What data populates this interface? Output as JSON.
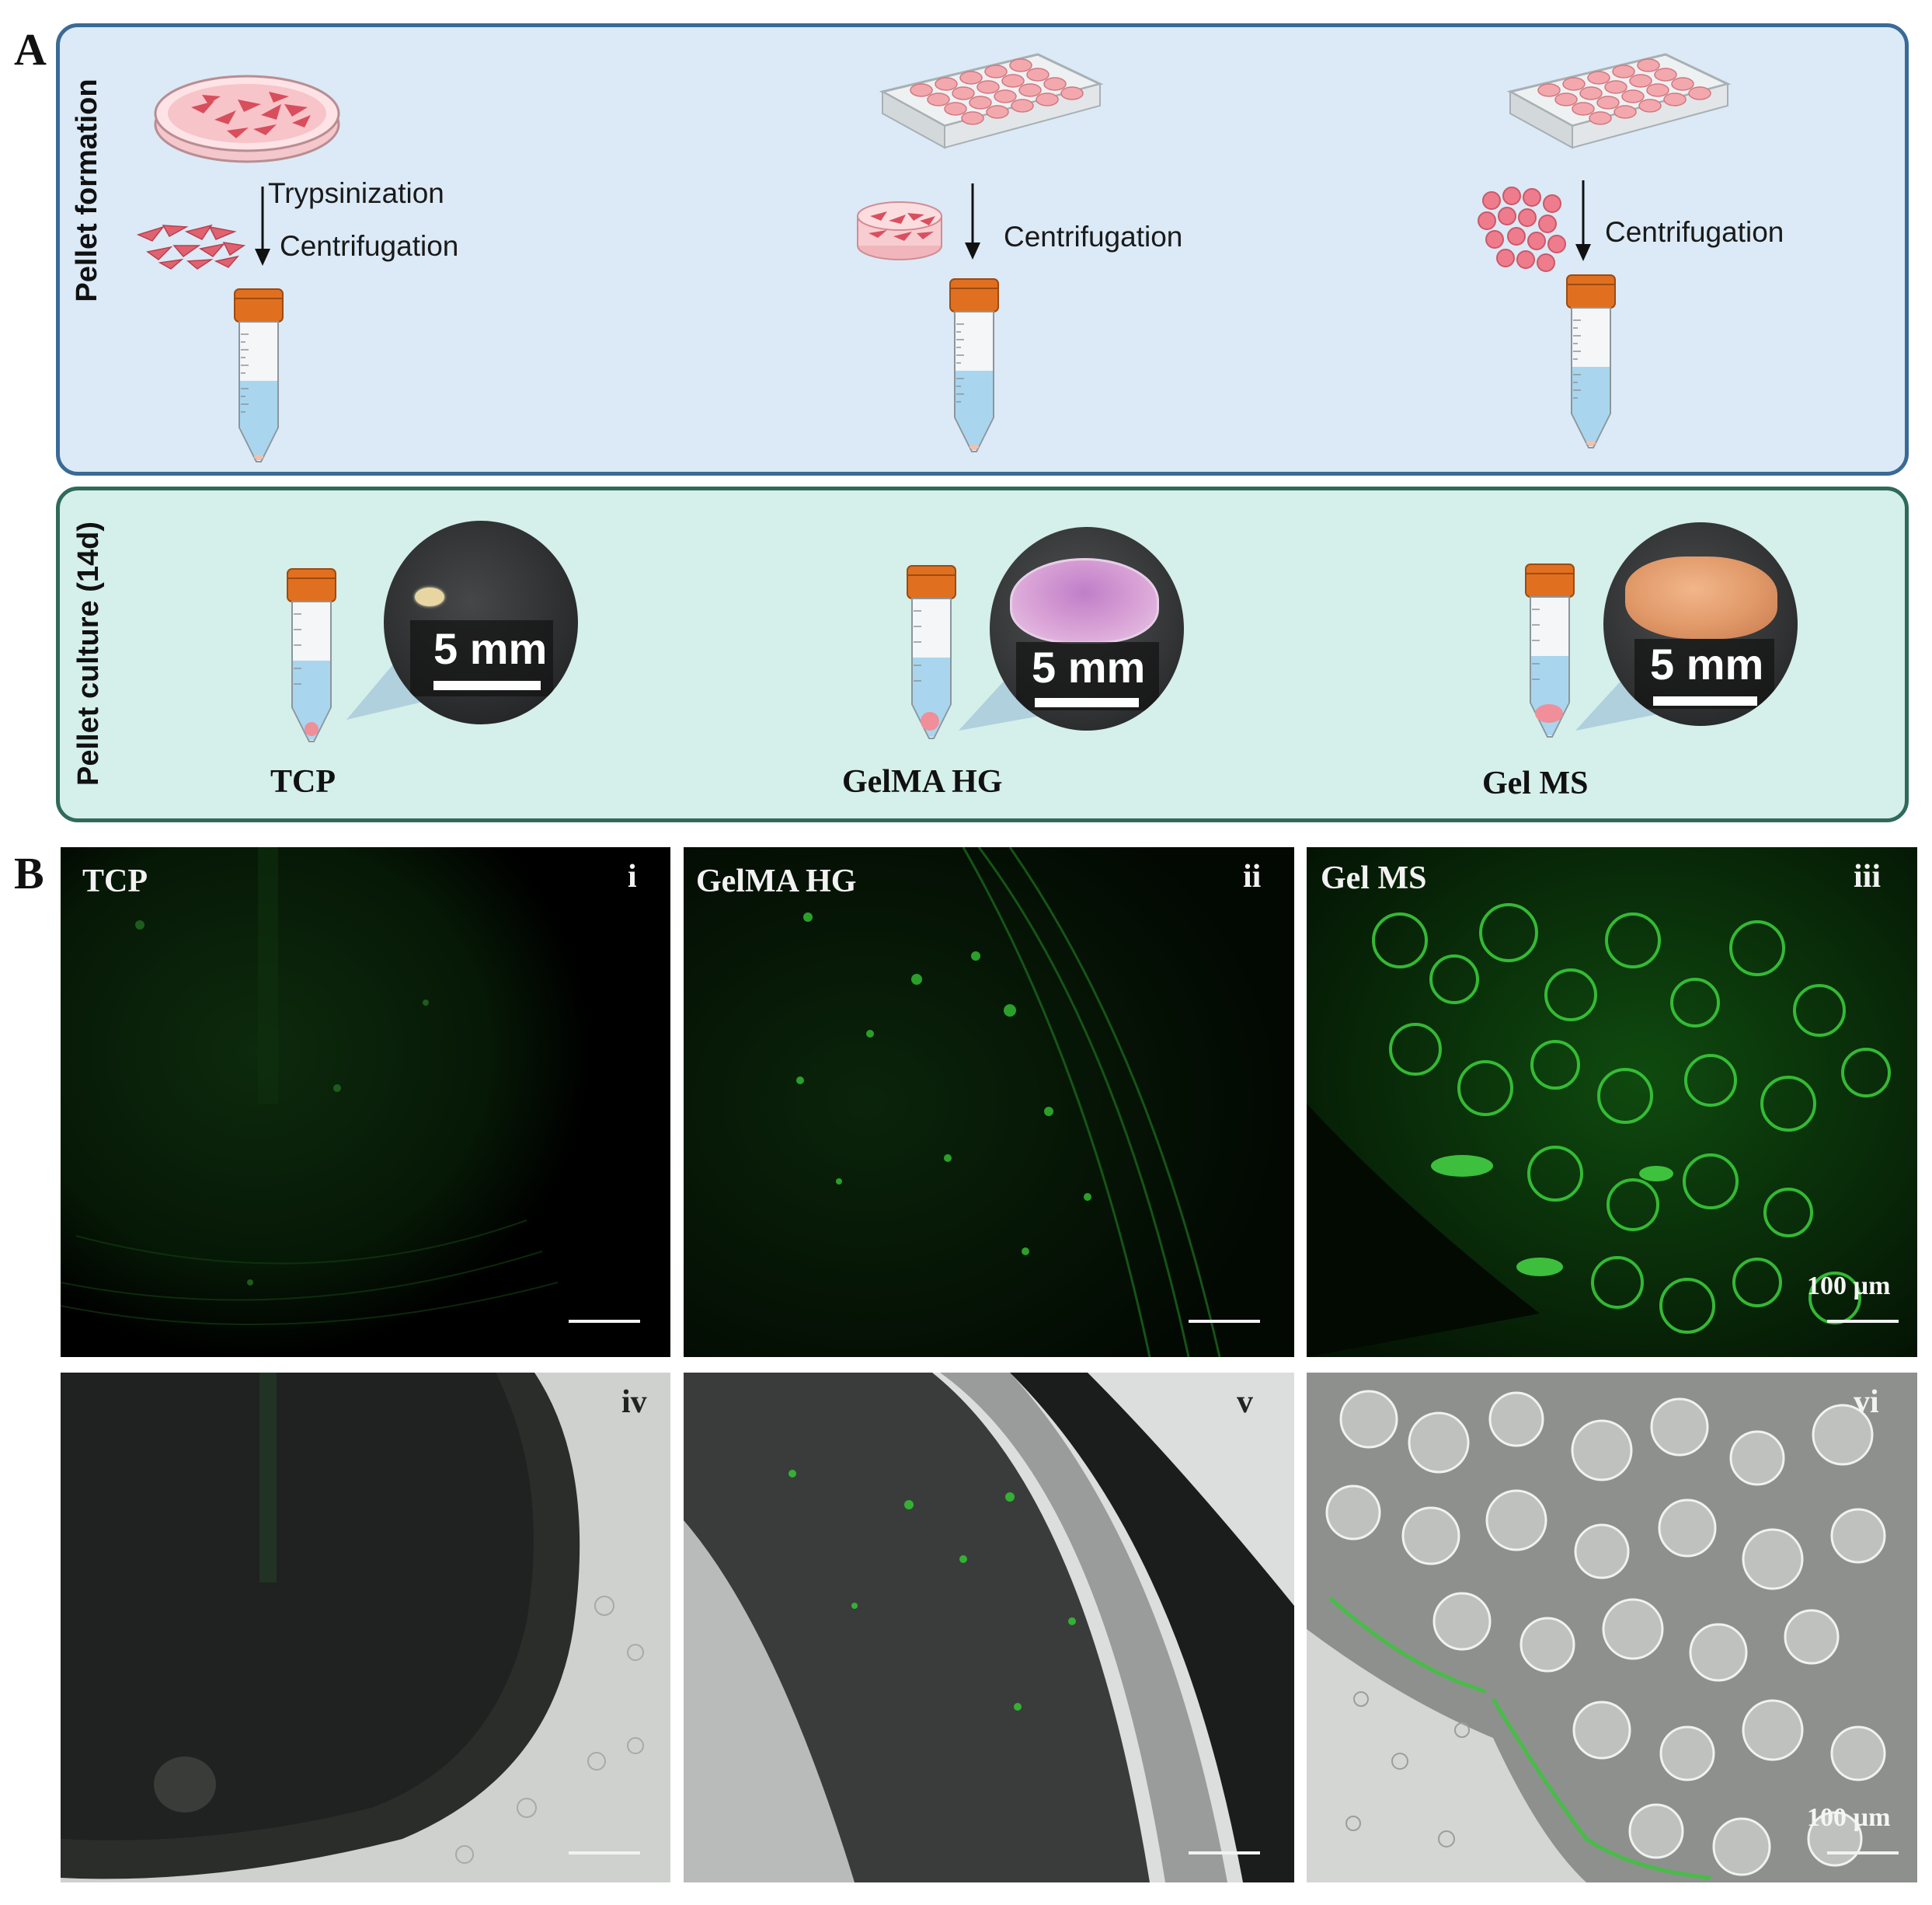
{
  "panel_labels": {
    "a": "A",
    "b": "B"
  },
  "panel_a": {
    "row_labels": {
      "formation": "Pellet formation",
      "culture": "Pellet culture (14d)"
    },
    "columns": [
      {
        "steps": [
          "Trypsinization",
          "Centrifugation"
        ]
      },
      {
        "steps": [
          "Centrifugation"
        ]
      },
      {
        "steps": [
          "Centrifugation"
        ]
      }
    ],
    "conditions": [
      "TCP",
      "GelMA HG",
      "Gel MS"
    ],
    "photo_scale_label": "5 mm"
  },
  "panel_b": {
    "fluorescence_titles": [
      "TCP",
      "GelMA HG",
      "Gel MS"
    ],
    "roman_numerals": [
      "i",
      "ii",
      "iii",
      "iv",
      "v",
      "vi"
    ],
    "scale_bar_label": "100 µm"
  },
  "colors": {
    "formation_box": "#dbeaf6",
    "formation_border": "#3a6a96",
    "culture_box": "#d5efea",
    "culture_border": "#2f6a5b",
    "tube_cap": "#e07020",
    "medium": "#a9d6ee",
    "cells": "#e8737d",
    "fluorescence": "#3cd23c"
  }
}
